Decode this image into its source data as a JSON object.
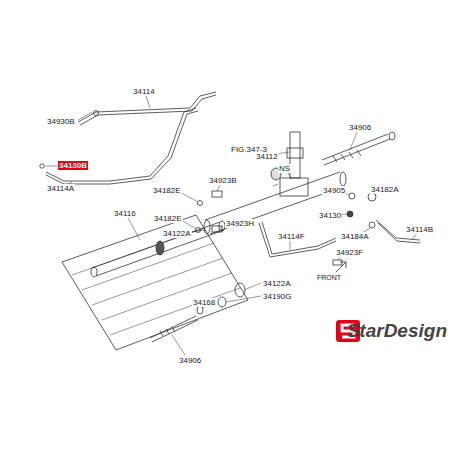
{
  "diagram": {
    "labels": [
      "34114",
      "34930B",
      "34130B",
      "34114A",
      "34182E",
      "34923B",
      "34182E",
      "34923H",
      "34122A",
      "34116",
      "34122A",
      "34190G",
      "34168",
      "34906",
      "FIG.347-3",
      "34112",
      "NS",
      "34906",
      "34905",
      "34182A",
      "34130",
      "34184A",
      "34114B",
      "34114F",
      "34923F",
      "FRONT",
      "StarDesign"
    ]
  }
}
